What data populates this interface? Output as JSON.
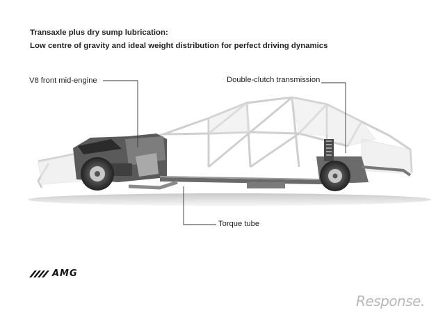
{
  "headline": {
    "line1": "Transaxle plus dry sump lubrication:",
    "line2": "Low centre of gravity and ideal weight distribution for perfect driving dynamics"
  },
  "callouts": {
    "engine": "V8 front mid-engine",
    "transmission": "Double-clutch transmission",
    "torque_tube": "Torque tube"
  },
  "logo": {
    "text": "AMG"
  },
  "watermark": {
    "text": "Response."
  }
}
